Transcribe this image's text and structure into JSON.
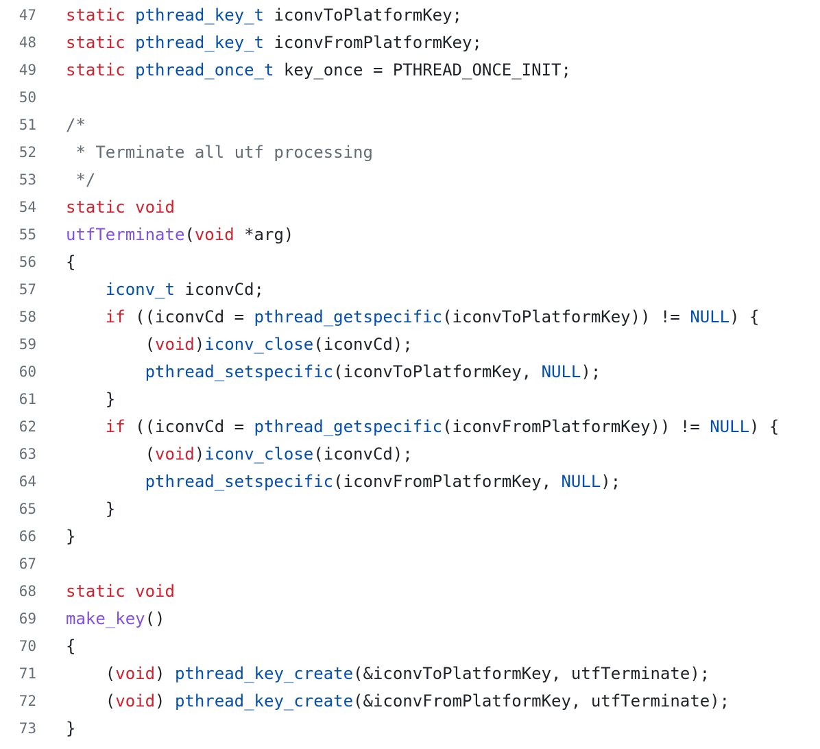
{
  "colors": {
    "background": "#ffffff",
    "plain_text": "#1f2328",
    "keyword": "#cf222e",
    "entity": "#0550ae",
    "function_definition": "#8250df",
    "comment": "#656d76",
    "line_number": "#656d76"
  },
  "code": {
    "language": "c",
    "first_line_number": 47,
    "last_line_number": 73,
    "lines": [
      {
        "n": "47",
        "segs": [
          [
            "static",
            "keyword"
          ],
          [
            " ",
            "plain"
          ],
          [
            "pthread_key_t",
            "entity"
          ],
          [
            " iconvToPlatformKey;",
            "plain"
          ]
        ]
      },
      {
        "n": "48",
        "segs": [
          [
            "static",
            "keyword"
          ],
          [
            " ",
            "plain"
          ],
          [
            "pthread_key_t",
            "entity"
          ],
          [
            " iconvFromPlatformKey;",
            "plain"
          ]
        ]
      },
      {
        "n": "49",
        "segs": [
          [
            "static",
            "keyword"
          ],
          [
            " ",
            "plain"
          ],
          [
            "pthread_once_t",
            "entity"
          ],
          [
            " key_once = PTHREAD_ONCE_INIT;",
            "plain"
          ]
        ]
      },
      {
        "n": "50",
        "segs": []
      },
      {
        "n": "51",
        "segs": [
          [
            "/*",
            "comment"
          ]
        ]
      },
      {
        "n": "52",
        "segs": [
          [
            " * Terminate all utf processing",
            "comment"
          ]
        ]
      },
      {
        "n": "53",
        "segs": [
          [
            " */",
            "comment"
          ]
        ]
      },
      {
        "n": "54",
        "segs": [
          [
            "static",
            "keyword"
          ],
          [
            " ",
            "plain"
          ],
          [
            "void",
            "keyword"
          ]
        ]
      },
      {
        "n": "55",
        "segs": [
          [
            "utfTerminate",
            "function"
          ],
          [
            "(",
            "plain"
          ],
          [
            "void",
            "keyword"
          ],
          [
            " *arg)",
            "plain"
          ]
        ]
      },
      {
        "n": "56",
        "segs": [
          [
            "{",
            "plain"
          ]
        ]
      },
      {
        "n": "57",
        "segs": [
          [
            "    ",
            "plain"
          ],
          [
            "iconv_t",
            "entity"
          ],
          [
            " iconvCd;",
            "plain"
          ]
        ]
      },
      {
        "n": "58",
        "segs": [
          [
            "    ",
            "plain"
          ],
          [
            "if",
            "keyword"
          ],
          [
            " ((iconvCd = ",
            "plain"
          ],
          [
            "pthread_getspecific",
            "entity"
          ],
          [
            "(iconvToPlatformKey)) != ",
            "plain"
          ],
          [
            "NULL",
            "entity"
          ],
          [
            ") {",
            "plain"
          ]
        ]
      },
      {
        "n": "59",
        "segs": [
          [
            "        (",
            "plain"
          ],
          [
            "void",
            "keyword"
          ],
          [
            ")",
            "plain"
          ],
          [
            "iconv_close",
            "entity"
          ],
          [
            "(iconvCd);",
            "plain"
          ]
        ]
      },
      {
        "n": "60",
        "segs": [
          [
            "        ",
            "plain"
          ],
          [
            "pthread_setspecific",
            "entity"
          ],
          [
            "(iconvToPlatformKey, ",
            "plain"
          ],
          [
            "NULL",
            "entity"
          ],
          [
            ");",
            "plain"
          ]
        ]
      },
      {
        "n": "61",
        "segs": [
          [
            "    }",
            "plain"
          ]
        ]
      },
      {
        "n": "62",
        "segs": [
          [
            "    ",
            "plain"
          ],
          [
            "if",
            "keyword"
          ],
          [
            " ((iconvCd = ",
            "plain"
          ],
          [
            "pthread_getspecific",
            "entity"
          ],
          [
            "(iconvFromPlatformKey)) != ",
            "plain"
          ],
          [
            "NULL",
            "entity"
          ],
          [
            ") {",
            "plain"
          ]
        ]
      },
      {
        "n": "63",
        "segs": [
          [
            "        (",
            "plain"
          ],
          [
            "void",
            "keyword"
          ],
          [
            ")",
            "plain"
          ],
          [
            "iconv_close",
            "entity"
          ],
          [
            "(iconvCd);",
            "plain"
          ]
        ]
      },
      {
        "n": "64",
        "segs": [
          [
            "        ",
            "plain"
          ],
          [
            "pthread_setspecific",
            "entity"
          ],
          [
            "(iconvFromPlatformKey, ",
            "plain"
          ],
          [
            "NULL",
            "entity"
          ],
          [
            ");",
            "plain"
          ]
        ]
      },
      {
        "n": "65",
        "segs": [
          [
            "    }",
            "plain"
          ]
        ]
      },
      {
        "n": "66",
        "segs": [
          [
            "}",
            "plain"
          ]
        ]
      },
      {
        "n": "67",
        "segs": []
      },
      {
        "n": "68",
        "segs": [
          [
            "static",
            "keyword"
          ],
          [
            " ",
            "plain"
          ],
          [
            "void",
            "keyword"
          ]
        ]
      },
      {
        "n": "69",
        "segs": [
          [
            "make_key",
            "function"
          ],
          [
            "()",
            "plain"
          ]
        ]
      },
      {
        "n": "70",
        "segs": [
          [
            "{",
            "plain"
          ]
        ]
      },
      {
        "n": "71",
        "segs": [
          [
            "    (",
            "plain"
          ],
          [
            "void",
            "keyword"
          ],
          [
            ") ",
            "plain"
          ],
          [
            "pthread_key_create",
            "entity"
          ],
          [
            "(&iconvToPlatformKey, utfTerminate);",
            "plain"
          ]
        ]
      },
      {
        "n": "72",
        "segs": [
          [
            "    (",
            "plain"
          ],
          [
            "void",
            "keyword"
          ],
          [
            ") ",
            "plain"
          ],
          [
            "pthread_key_create",
            "entity"
          ],
          [
            "(&iconvFromPlatformKey, utfTerminate);",
            "plain"
          ]
        ]
      },
      {
        "n": "73",
        "segs": [
          [
            "}",
            "plain"
          ]
        ]
      }
    ]
  }
}
